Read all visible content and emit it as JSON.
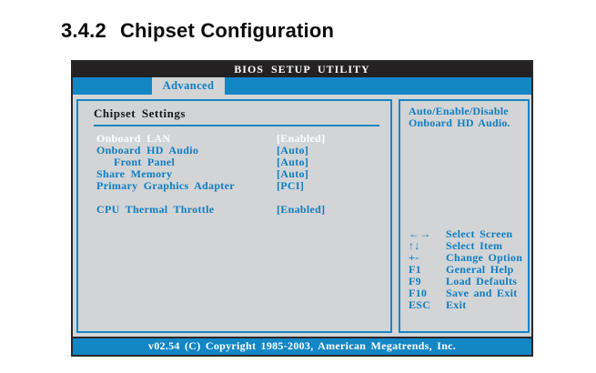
{
  "page": {
    "heading_number": "3.4.2",
    "heading_text": "Chipset Configuration"
  },
  "bios": {
    "title": "BIOS SETUP UTILITY",
    "tab": "Advanced",
    "panel_title": "Chipset Settings",
    "items": [
      {
        "label": "Onboard LAN",
        "value": "[Enabled]",
        "selected": true
      },
      {
        "label": "Onboard HD Audio",
        "value": "[Auto]"
      },
      {
        "label": "Front Panel",
        "value": "[Auto]",
        "indent": true
      },
      {
        "label": "Share Memory",
        "value": "[Auto]"
      },
      {
        "label": "Primary Graphics Adapter",
        "value": "[PCI]"
      },
      {
        "label": "",
        "value": "",
        "spacer": true
      },
      {
        "label": "CPU Thermal Throttle",
        "value": "[Enabled]"
      }
    ],
    "help": [
      "Auto/Enable/Disable",
      "Onboard HD Audio."
    ],
    "keys": [
      {
        "key": "←→",
        "action": "Select Screen"
      },
      {
        "key": "↑↓",
        "action": "Select Item"
      },
      {
        "key": "+-",
        "action": "Change Option"
      },
      {
        "key": "F1",
        "action": "General Help"
      },
      {
        "key": "F9",
        "action": "Load Defaults"
      },
      {
        "key": "F10",
        "action": "Save and Exit"
      },
      {
        "key": "ESC",
        "action": "Exit"
      }
    ],
    "status_bar": "v02.54 (C) Copyright 1985-2003, American Megatrends, Inc.",
    "colors": {
      "accent_blue": "#1386c5",
      "text_blue": "#0e7ec2",
      "bg_grey": "#d2d4d6",
      "bar_black": "#232122",
      "selected_text": "#ffffff"
    }
  }
}
